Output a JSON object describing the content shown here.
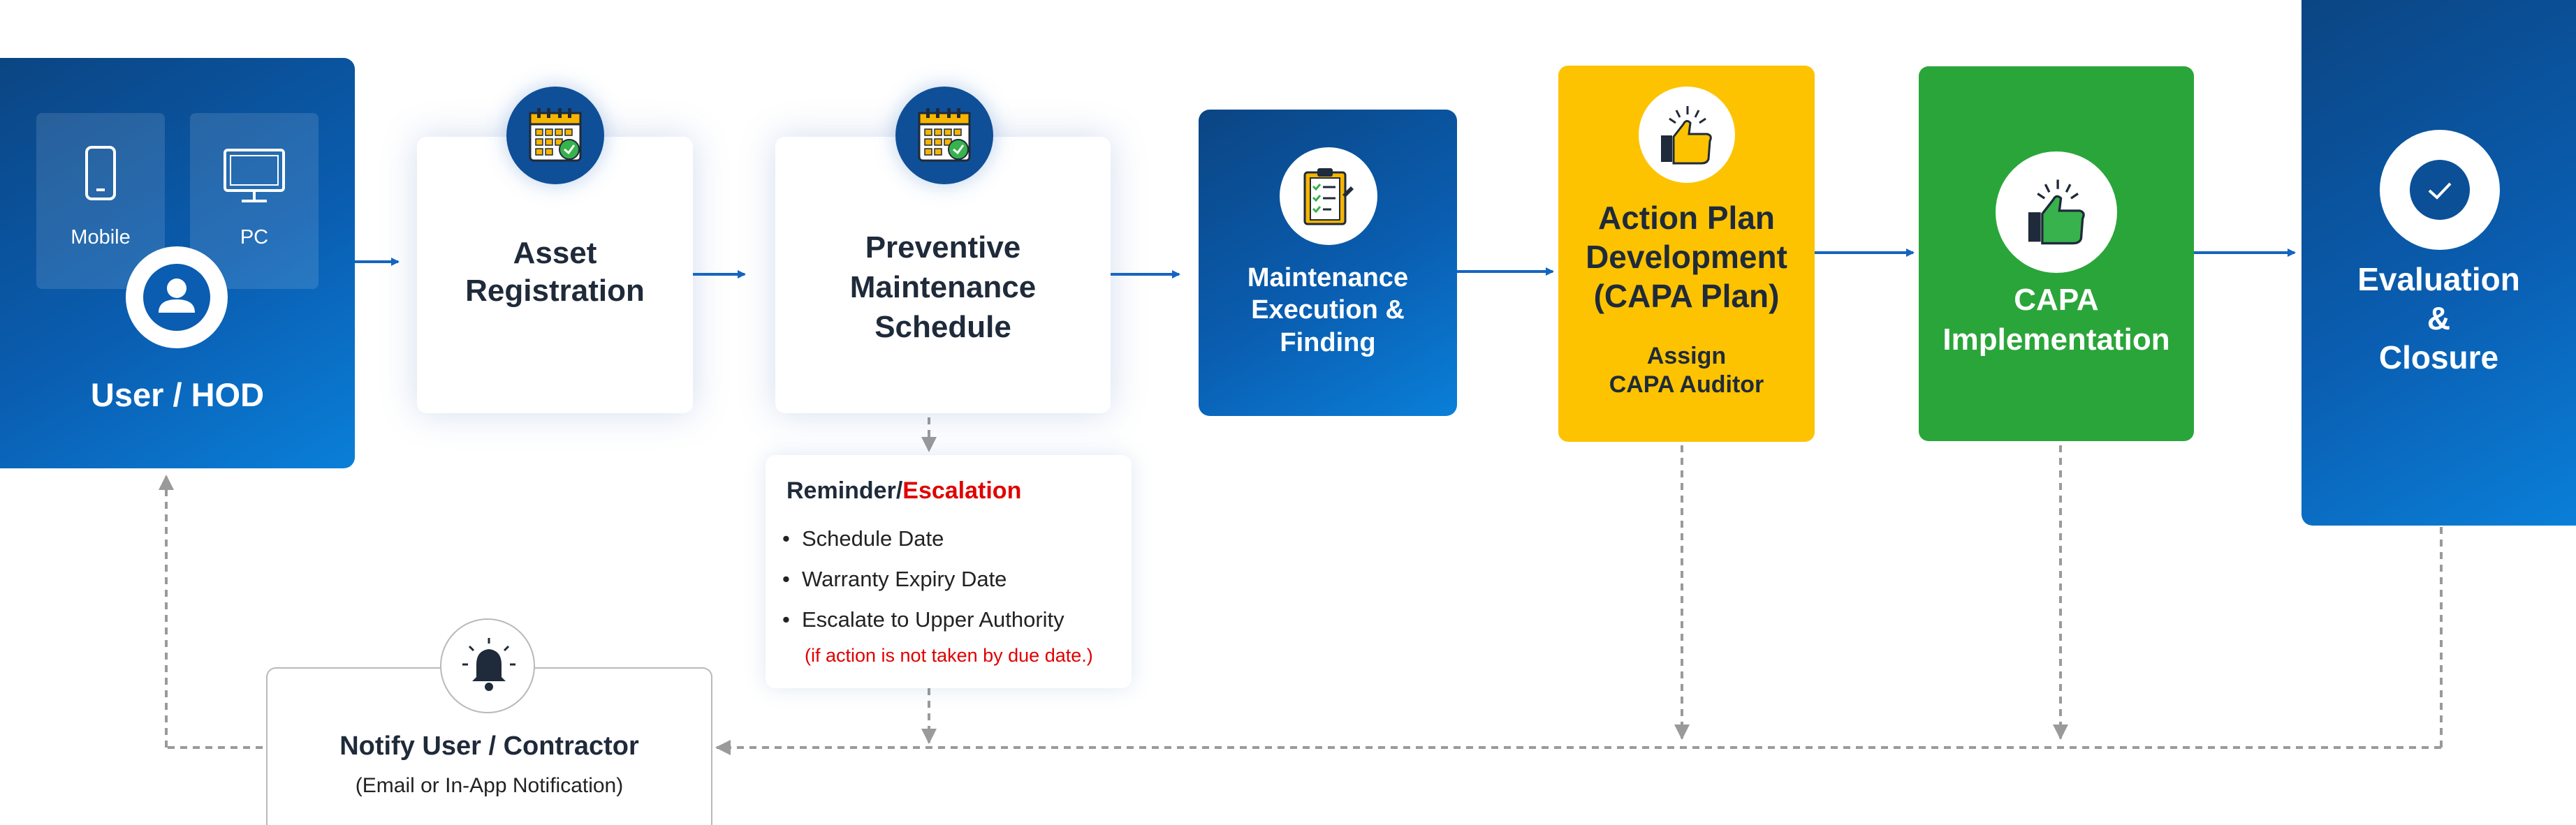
{
  "nodes": {
    "user": {
      "devices": [
        {
          "label": "Mobile",
          "icon": "mobile-phone-icon"
        },
        {
          "label": "PC",
          "icon": "desktop-monitor-icon"
        }
      ],
      "avatar_icon": "user-avatar-icon",
      "title": "User / HOD"
    },
    "asset": {
      "title_lines": [
        "Asset",
        "Registration"
      ],
      "icon": "calendar-icon"
    },
    "preventive": {
      "title_lines": [
        "Preventive",
        "Maintenance",
        "Schedule"
      ],
      "icon": "calendar-icon"
    },
    "execution": {
      "title_lines": [
        "Maintenance",
        "Execution &",
        "Finding"
      ],
      "icon": "clipboard-checklist-icon"
    },
    "action_plan": {
      "title_lines": [
        "Action Plan",
        "Development",
        "(CAPA Plan)"
      ],
      "sub_lines": [
        "Assign",
        "CAPA Auditor"
      ],
      "icon": "thumbs-up-icon"
    },
    "capa": {
      "title_lines": [
        "CAPA",
        "Implementation"
      ],
      "icon": "thumbs-up-icon"
    },
    "evaluation": {
      "title_lines": [
        "Evaluation",
        "&",
        "Closure"
      ],
      "icon": "check-circle-icon"
    }
  },
  "reminder": {
    "title_prefix": "Reminder/",
    "title_highlight": "Escalation",
    "items": [
      "Schedule Date",
      "Warranty Expiry Date",
      "Escalate to Upper Authority"
    ],
    "note": "(if action is not taken by due date.)"
  },
  "notify": {
    "title": "Notify User / Contractor",
    "subtitle": "(Email or In-App Notification)",
    "icon": "bell-icon"
  },
  "colors": {
    "blue_dark": "#0b4583",
    "blue_light": "#0a7fd8",
    "yellow": "#fdc300",
    "green": "#2aa53a",
    "arrow": "#1565c0",
    "dashed": "#9a9a9a",
    "escalation_red": "#e00000",
    "text_dark": "#1f2a3a"
  }
}
